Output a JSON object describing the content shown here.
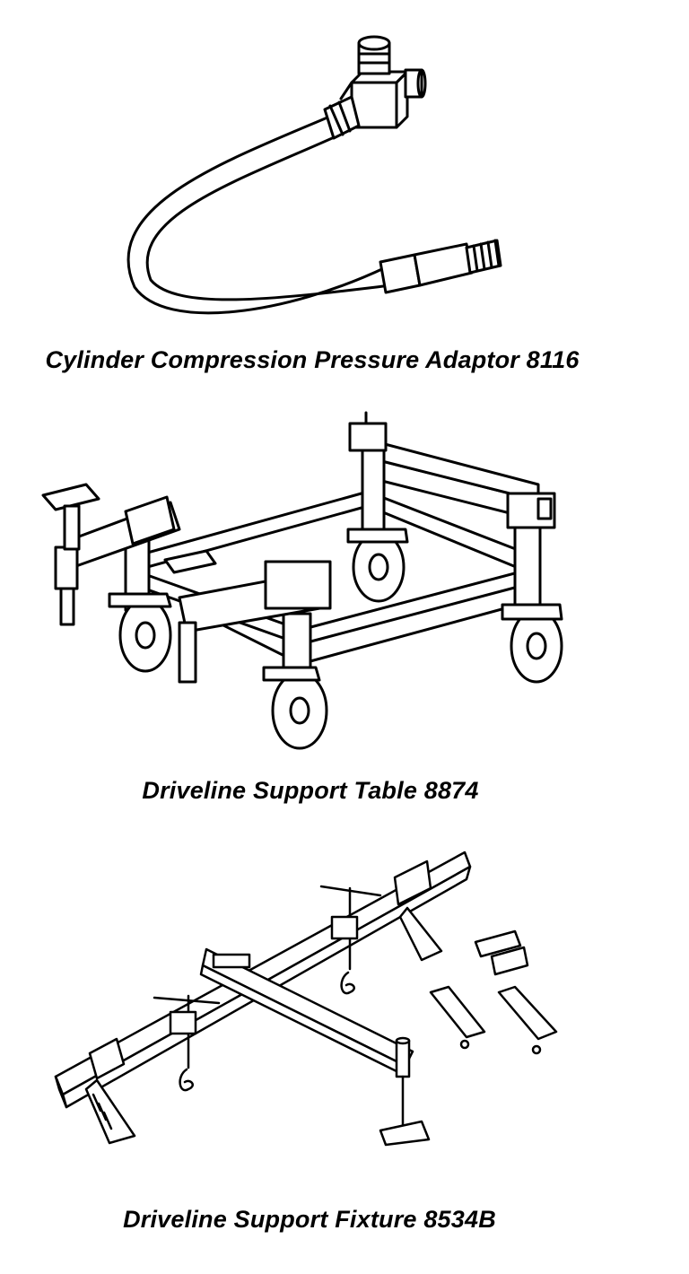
{
  "figures": [
    {
      "caption": "Cylinder Compression Pressure Adaptor 8116",
      "icon": "compression-adaptor-illustration"
    },
    {
      "caption": "Driveline Support Table 8874",
      "icon": "support-table-illustration"
    },
    {
      "caption": "Driveline Support Fixture 8534B",
      "icon": "support-fixture-illustration"
    }
  ],
  "colors": {
    "ink": "#000000",
    "paper": "#ffffff"
  }
}
